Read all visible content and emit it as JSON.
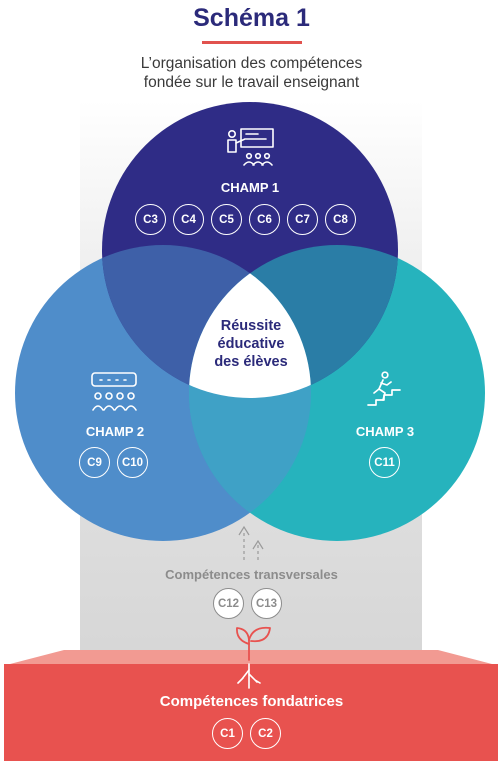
{
  "title": "Schéma 1",
  "subtitle": [
    "L’organisation des compétences",
    "fondée sur le travail enseignant"
  ],
  "center": [
    "Réussite",
    "éducative",
    "des élèves"
  ],
  "champ1": {
    "label": "CHAMP 1",
    "icon": "teacher-presenting-icon",
    "competences": [
      "C3",
      "C4",
      "C5",
      "C6",
      "C7",
      "C8"
    ]
  },
  "champ2": {
    "label": "CHAMP 2",
    "icon": "group-meeting-icon",
    "competences": [
      "C9",
      "C10"
    ]
  },
  "champ3": {
    "label": "CHAMP 3",
    "icon": "running-stairs-icon",
    "competences": [
      "C11"
    ]
  },
  "transversales": {
    "label": "Compétences transversales",
    "competences": [
      "C12",
      "C13"
    ]
  },
  "fondatrices": {
    "label": "Compétences fondatrices",
    "icon": "sprout-icon",
    "competences": [
      "C1",
      "C2"
    ]
  },
  "colors": {
    "title": "#2b2a7a",
    "accent": "#e1524e",
    "champ1": "#2f2c86",
    "champ2": "#4f8dca",
    "champ3": "#26b3bd",
    "fondatrices": "#e8524f",
    "transversales": "#8c8c8c"
  }
}
